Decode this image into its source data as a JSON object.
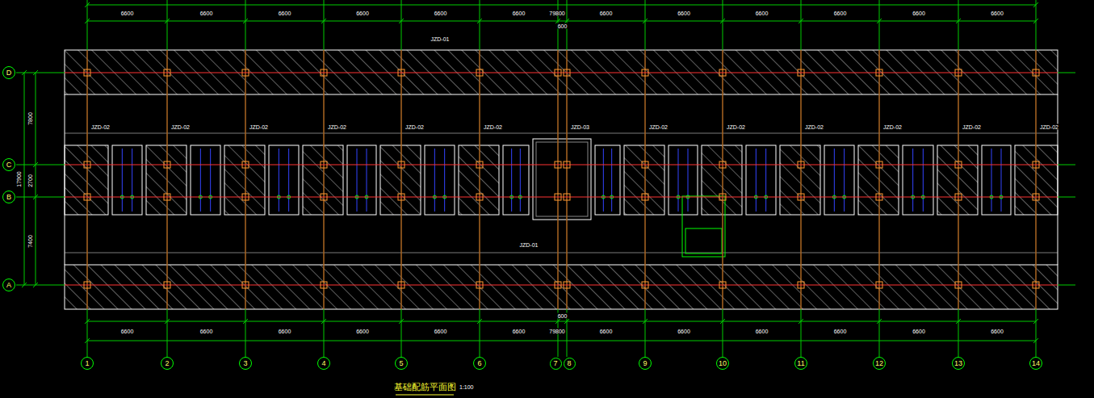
{
  "diagram": {
    "title": "基础配筋平面图",
    "nodes": [
      {
        "text": [
          "D"
        ]
      },
      {
        "text": [
          "C"
        ]
      },
      {
        "text": [
          "B"
        ]
      },
      {
        "text": [
          "A"
        ]
      },
      {
        "text": [
          "1"
        ]
      },
      {
        "text": [
          "2"
        ]
      },
      {
        "text": [
          "3"
        ]
      },
      {
        "text": [
          "4"
        ]
      },
      {
        "text": [
          "5"
        ]
      },
      {
        "text": [
          "6"
        ]
      },
      {
        "text": [
          "7"
        ]
      },
      {
        "text": [
          "8"
        ]
      },
      {
        "text": [
          "9"
        ]
      },
      {
        "text": [
          "10"
        ]
      },
      {
        "text": [
          "11"
        ]
      },
      {
        "text": [
          "12"
        ]
      },
      {
        "text": [
          "13"
        ]
      },
      {
        "text": [
          "14"
        ]
      }
    ],
    "edges": [],
    "labels": [
      "6600",
      "6600",
      "6600",
      "6600",
      "6600",
      "6600",
      "600",
      "6600",
      "6600",
      "6600",
      "6600",
      "6600",
      "6600",
      "79800",
      "6600",
      "6600",
      "6600",
      "6600",
      "6600",
      "6600",
      "600",
      "6600",
      "6600",
      "6600",
      "6600",
      "6600",
      "6600",
      "79800",
      "7800",
      "2700",
      "7400",
      "17900",
      "JZD-01",
      "JZD-01",
      "JZD-02",
      "JZD-02",
      "JZD-02",
      "JZD-02",
      "JZD-02",
      "JZD-02",
      "JZD-03",
      "JZD-02",
      "JZD-02",
      "JZD-02",
      "JZD-02",
      "JZD-02",
      "JZD-02",
      "1:100"
    ]
  }
}
